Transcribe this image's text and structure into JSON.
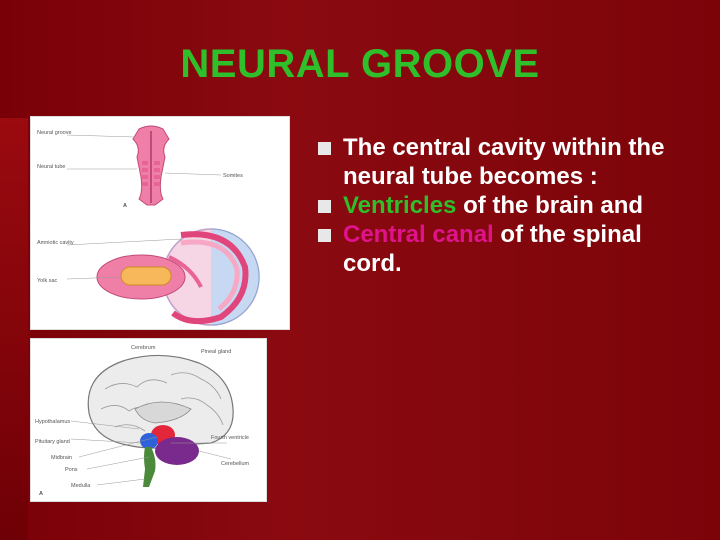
{
  "slide": {
    "title": "NEURAL GROOVE",
    "bullets": [
      {
        "parts": [
          {
            "text": "The central cavity within the neural tube becomes :",
            "style": "plain"
          }
        ]
      },
      {
        "parts": [
          {
            "text": "Ventricles",
            "style": "green"
          },
          {
            "text": " of the brain and",
            "style": "plain"
          }
        ]
      },
      {
        "parts": [
          {
            "text": "Central canal",
            "style": "pink"
          },
          {
            "text": " of the spinal cord.",
            "style": "plain"
          }
        ]
      }
    ],
    "colors": {
      "title": "#2fbf2a",
      "green_highlight": "#2fbf2a",
      "pink_highlight": "#e0128c",
      "background": "#8a0a10"
    }
  },
  "figure_top": {
    "labels": [
      "Neural groove",
      "Neural tube",
      "Somites",
      "Amniotic cavity",
      "Yolk sac"
    ],
    "panel_letter": "A"
  },
  "figure_bottom": {
    "labels": [
      "Cerebrum",
      "Pineal gland",
      "Hypothalamus",
      "Pituitary gland",
      "Midbrain",
      "Pons",
      "Medulla",
      "Cerebellum",
      "Fourth ventricle"
    ],
    "panel_letter": "A"
  }
}
